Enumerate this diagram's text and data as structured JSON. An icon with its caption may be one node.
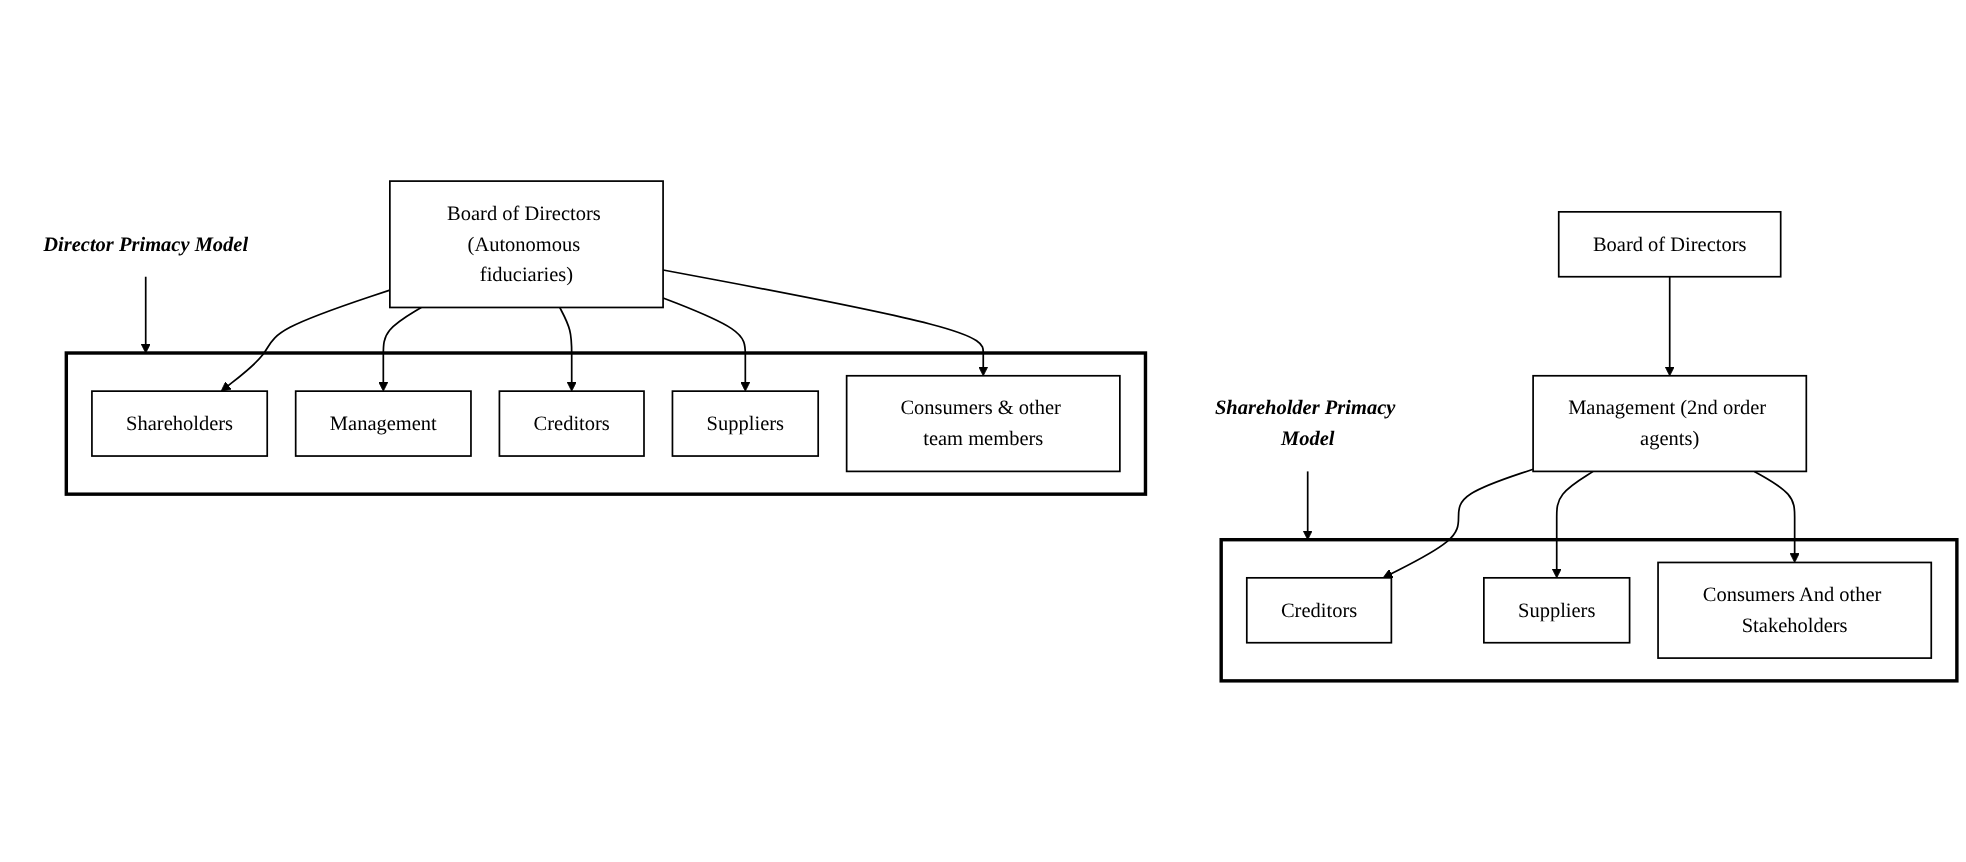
{
  "diagram": {
    "nodes": [
      {
        "text": [
          "Board of Directors"
        ]
      },
      {
        "text": [
          "Management (2nd order agents)"
        ]
      },
      {
        "text": [],
        "shape": "box"
      },
      {
        "text": [
          "Creditors"
        ],
        "in": 2
      },
      {
        "text": [
          "Suppliers"
        ],
        "in": 2
      },
      {
        "text": [
          "Consumers And other Stakeholders"
        ],
        "in": 2
      },
      {
        "text": [
          "Shareholder Primacy Model"
        ]
      },
      {
        "text": [
          "Board of Directors (Autonomous fiduciaries)"
        ]
      },
      {
        "text": [],
        "shape": "box"
      },
      {
        "text": [
          "Shareholders"
        ],
        "in": 8
      },
      {
        "text": [
          "Management"
        ],
        "in": 8
      },
      {
        "text": [
          "Creditors"
        ],
        "in": 8
      },
      {
        "text": [
          "Suppliers"
        ],
        "in": 8
      },
      {
        "text": [
          "Consumers & other team members"
        ],
        "in": 8
      },
      {
        "text": [
          "Director Primacy Model"
        ]
      }
    ],
    "edges": [
      {
        "from": 0,
        "to": 1,
        "arrow": "to"
      },
      {
        "from": 1,
        "to": 3,
        "arrow": "to"
      },
      {
        "from": 1,
        "to": 4,
        "arrow": "to"
      },
      {
        "from": 1,
        "to": 5,
        "arrow": "to"
      },
      {
        "from": 6,
        "to": 2,
        "arrow": "to"
      },
      {
        "from": 7,
        "to": 9,
        "arrow": "to"
      },
      {
        "from": 7,
        "to": 10,
        "arrow": "to"
      },
      {
        "from": 7,
        "to": 11,
        "arrow": "to"
      },
      {
        "from": 7,
        "to": 12,
        "arrow": "to"
      },
      {
        "from": 7,
        "to": 13,
        "arrow": "to"
      },
      {
        "from": 14,
        "to": 8,
        "arrow": "to"
      }
    ]
  }
}
